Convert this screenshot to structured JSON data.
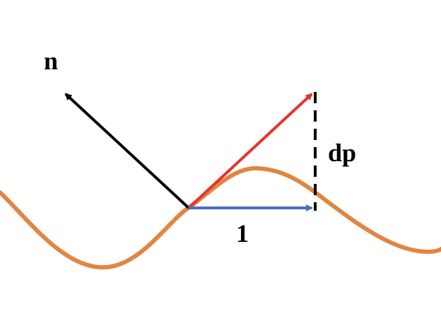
{
  "labels": {
    "normal": "n",
    "height_diff": "dp",
    "unit_step": "1"
  },
  "colors": {
    "curve": "#E08642",
    "normal_vector": "#000000",
    "tangent_vector": "#E8322A",
    "unit_vector": "#4A6FC0",
    "dashed_line": "#000000"
  }
}
